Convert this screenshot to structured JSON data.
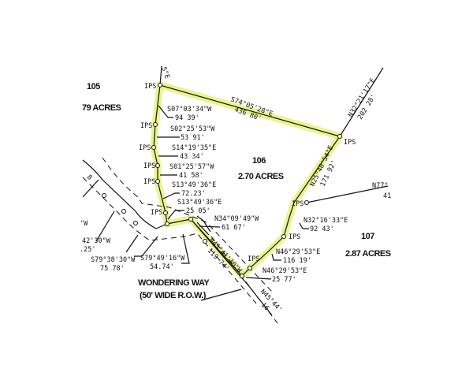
{
  "highlight_color": "#e4f37a",
  "lots": [
    {
      "number": "105",
      "acres": "79 ACRES"
    },
    {
      "number": "106",
      "acres": "2.70 ACRES"
    },
    {
      "number": "107",
      "acres": "2.87 ACRES"
    }
  ],
  "road": {
    "name": "WONDERING  WAY",
    "width": "(50' WIDE R.O.W.)"
  },
  "pin_label": "IPS",
  "calls": [
    {
      "bearing": "S07°03'34\"W",
      "distance": "94 39'"
    },
    {
      "bearing": "S02°25'53\"W",
      "distance": "53 91'"
    },
    {
      "bearing": "S14°19'35\"E",
      "distance": "43 34'"
    },
    {
      "bearing": "S01°25'57\"W",
      "distance": "41 58'"
    },
    {
      "bearing": "S13°49'36\"E",
      "distance": "72.23'"
    },
    {
      "bearing": "S13°49'36\"E",
      "distance": "25 05'"
    },
    {
      "bearing": "N34°09'49\"W",
      "distance": "61 67'"
    },
    {
      "bearing": "N45°41'30\"W",
      "distance": "119 74'"
    },
    {
      "bearing": "N46°29'53\"E",
      "distance": "25 77'"
    },
    {
      "bearing": "N46°29'53\"E",
      "distance": "116 19'"
    },
    {
      "bearing": "N32°16'33\"E",
      "distance": "92 43'"
    },
    {
      "bearing": "N25°40'54\"E",
      "distance": "171 92'"
    },
    {
      "bearing": "S74°05'28\"E",
      "distance": "436 80'"
    },
    {
      "bearing": "N32°21'17\"E",
      "distance": "202 28'"
    },
    {
      "bearing": "S79°49'16\"W",
      "distance": "54.74'"
    },
    {
      "bearing": "S79°38'30\"W",
      "distance": "75 78'"
    }
  ],
  "partial_labels": {
    "top": "5°E",
    "n77": "N77°",
    "n77_dist": "41",
    "left_bearing": "42'30\"W",
    "left_dist": ".25'",
    "left_w": "'W",
    "left_lot": "8",
    "n45_bottom": "N45°44'",
    "n45_bottom_dist": "16"
  }
}
